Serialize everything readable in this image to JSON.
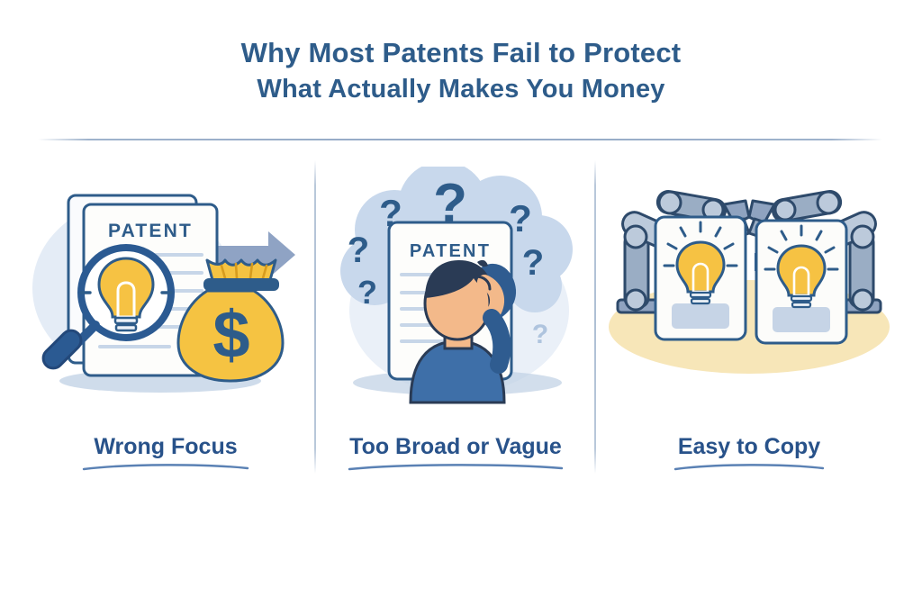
{
  "header": {
    "title_line_1": "Why Most Patents Fail to Protect",
    "title_line_2": "What Actually Makes You Money",
    "title_color": "#2E5C8A",
    "rule_color": "#94A9C6"
  },
  "panels": [
    {
      "id": "wrong-focus",
      "caption": "Wrong Focus",
      "document_label": "PATENT",
      "icons": [
        "patent-document",
        "magnifying-glass",
        "lightbulb",
        "right-arrow",
        "money-bag",
        "dollar-sign"
      ],
      "colors": {
        "paper": "#FCFCFA",
        "paper_outline": "#2E5C8A",
        "lens_ring": "#2B5A92",
        "bulb": "#F6C243",
        "bulb_light": "#FBD97A",
        "arrow": "#8FA3C4",
        "money_bag": "#F5C342",
        "money_bag_shade": "#EAB22F",
        "backdrop": "#E4ECF6",
        "ground_shadow": "#BFD0E4"
      }
    },
    {
      "id": "too-broad-or-vague",
      "caption": "Too Broad or Vague",
      "document_label": "PATENT",
      "icons": [
        "thought-cloud",
        "question-mark",
        "patent-document",
        "confused-person"
      ],
      "question_mark_count": 7,
      "colors": {
        "cloud": "#C8D8EC",
        "cloud_soft": "#DCE6F3",
        "question_mark": "#2E5C8A",
        "question_mark_light": "#AFC4DE",
        "paper": "#FCFCFA",
        "paper_outline": "#2E5C8A",
        "shirt": "#3E6FA8",
        "shirt_shade": "#2F5C90",
        "skin": "#F3B98A",
        "hair": "#2A3B55",
        "ground_shadow": "#BFD0E4"
      }
    },
    {
      "id": "easy-to-copy",
      "caption": "Easy to Copy",
      "icons": [
        "robot-arm",
        "idea-card",
        "lightbulb",
        "right-arrow",
        "robot-arm",
        "idea-card"
      ],
      "colors": {
        "robot_metal": "#9AADC4",
        "robot_metal_light": "#BCCADB",
        "robot_outline": "#2E4A6B",
        "card": "#FCFCFA",
        "card_outline": "#2E5C8A",
        "bulb": "#F6C243",
        "bulb_light": "#FBD97A",
        "arrow": "#2E5C96",
        "ground": "#F7E6B8",
        "card_base": "#C6D4E6"
      }
    }
  ],
  "caption_style": {
    "color": "#28528A",
    "swoosh_color": "#5A81B4"
  }
}
